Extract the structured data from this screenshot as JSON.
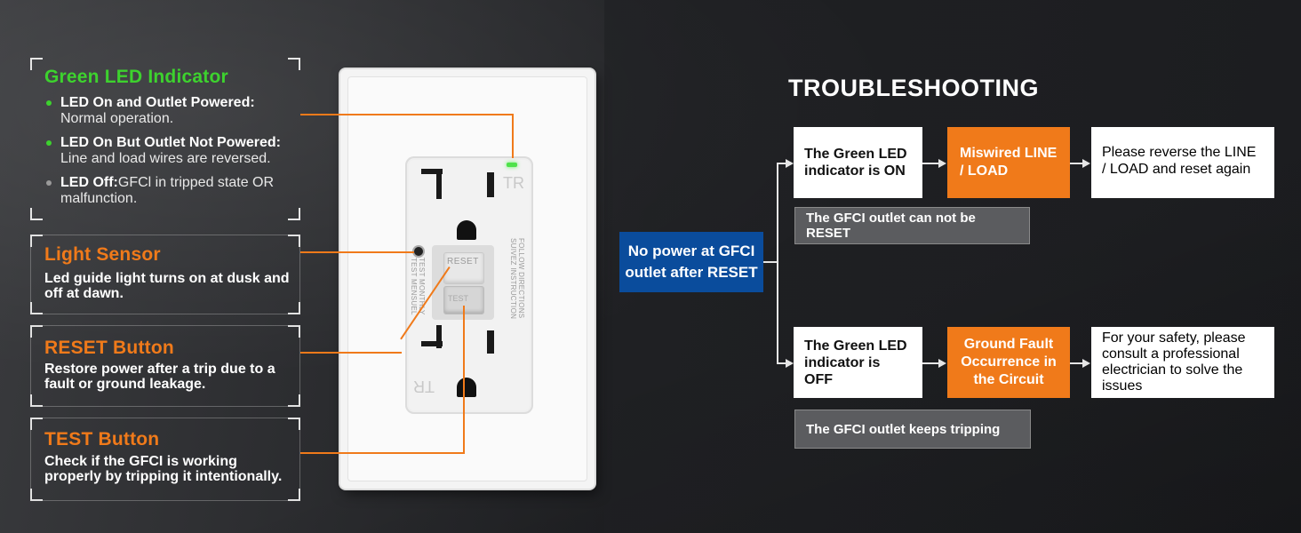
{
  "left_callouts": {
    "led": {
      "title": "Green LED Indicator",
      "items": [
        {
          "bold": "LED On and Outlet Powered:",
          "text": "Normal operation.",
          "dot_color": "#3dd22e"
        },
        {
          "bold": "LED On But Outlet Not Powered:",
          "text": "Line and load wires are reversed.",
          "dot_color": "#3dd22e"
        },
        {
          "bold": "LED Off:",
          "text": "GFCl in tripped state OR malfunction.",
          "dot_color": "#9a9a9a"
        }
      ]
    },
    "sensor": {
      "title": "Light Sensor",
      "desc": "Led guide light turns on at dusk and off at dawn."
    },
    "reset": {
      "title": "RESET Button",
      "desc": "Restore power after a trip due to a fault or ground leakage."
    },
    "test": {
      "title": "TEST Button",
      "desc": "Check if the GFCI is working properly by tripping it intentionally."
    }
  },
  "outlet": {
    "tr_top": "TR",
    "tr_bottom": "TR",
    "reset_label": "RESET",
    "test_label": "TEST",
    "side_left": "TEST MONTHLY TEST MENSUEL",
    "side_right": "FOLLOW DIRECTIONS SUIVEZ INSTRUCTION"
  },
  "troubleshooting": {
    "title": "TROUBLESHOOTING",
    "start": "No power at GFCI outlet after RESET",
    "branch_on": {
      "condition": "The Green LED indicator is ON",
      "cause": "Miswired LINE / LOAD",
      "solution": "Please reverse the LINE / LOAD and reset again",
      "note": "The GFCI outlet can not be RESET"
    },
    "branch_off": {
      "condition": "The Green LED indicator is OFF",
      "cause": "Ground Fault Occurrence in the Circuit",
      "solution": "For your safety, please consult a professional electrician to solve the issues",
      "note": "The GFCI outlet keeps tripping"
    }
  },
  "colors": {
    "accent_orange": "#f07a1a",
    "accent_green": "#3dd22e",
    "start_blue": "#0a4c9c"
  }
}
